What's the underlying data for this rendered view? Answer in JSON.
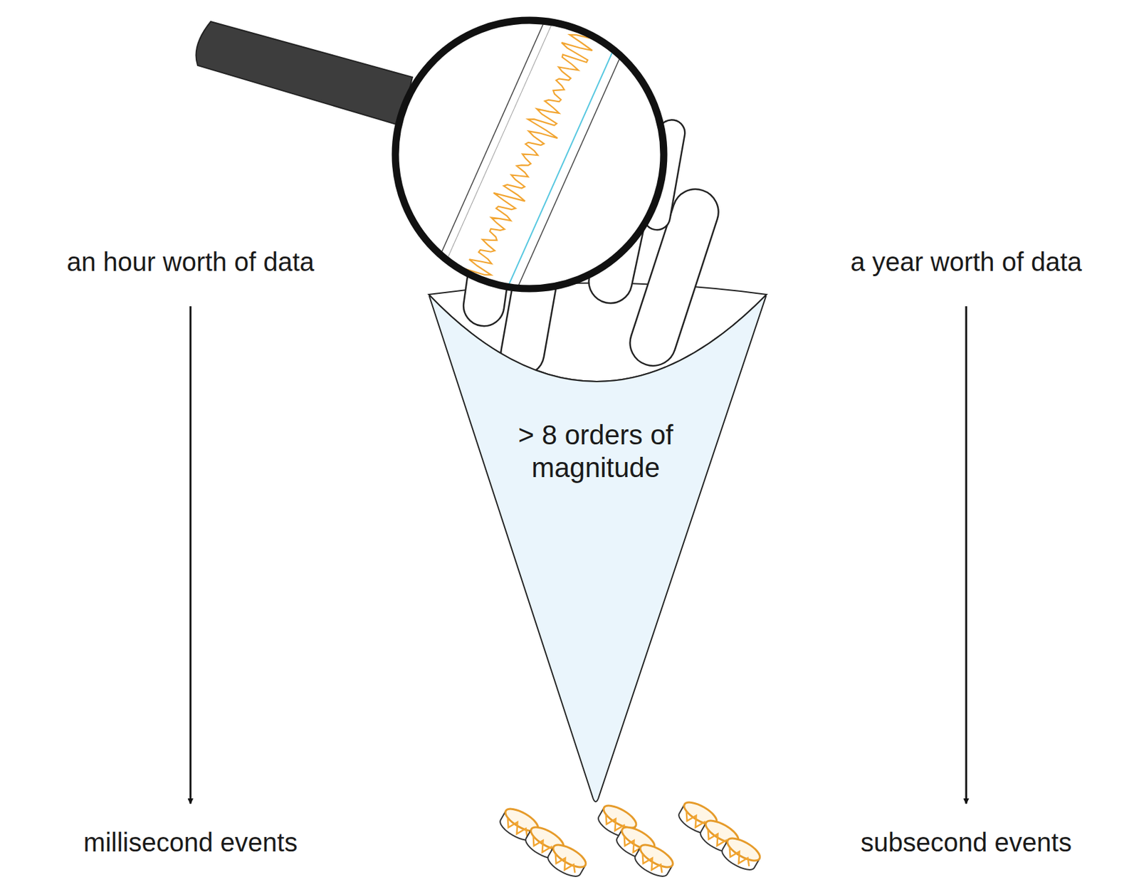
{
  "diagram": {
    "nodes": [
      {
        "text": [
          "> 8 orders of magnitude"
        ]
      }
    ],
    "labels": [
      "an hour worth of data",
      "a year worth of data",
      "millisecond events",
      "subsecond events"
    ]
  }
}
